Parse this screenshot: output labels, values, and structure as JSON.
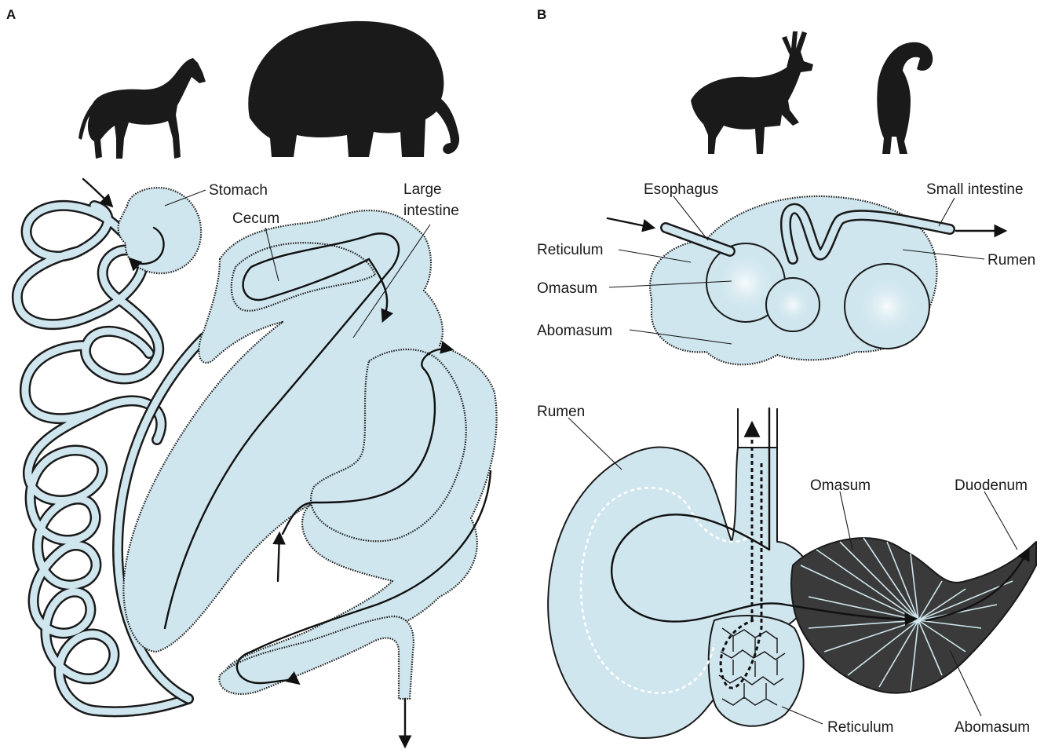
{
  "panels": {
    "a": {
      "letter": "A",
      "labels": {
        "stomach": "Stomach",
        "cecum": "Cecum",
        "large_intestine_1": "Large",
        "large_intestine_2": "intestine"
      }
    },
    "b": {
      "letter": "B",
      "labels": {
        "esophagus": "Esophagus",
        "small_intestine": "Small intestine",
        "reticulum_top": "Reticulum",
        "rumen_top": "Rumen",
        "omasum_top": "Omasum",
        "abomasum_top": "Abomasum",
        "rumen_bottom": "Rumen",
        "omasum_bottom": "Omasum",
        "duodenum": "Duodenum",
        "reticulum_bottom": "Reticulum",
        "abomasum_bottom": "Abomasum"
      }
    }
  },
  "colors": {
    "organ_fill": "#cfe6ee",
    "outline": "#1a1a1a",
    "silhouette": "#1a1a1a"
  },
  "icons": {
    "horse": "horse-silhouette-icon",
    "elephant": "elephant-silhouette-icon",
    "deer": "deer-silhouette-icon",
    "ram": "bighorn-sheep-silhouette-icon"
  }
}
